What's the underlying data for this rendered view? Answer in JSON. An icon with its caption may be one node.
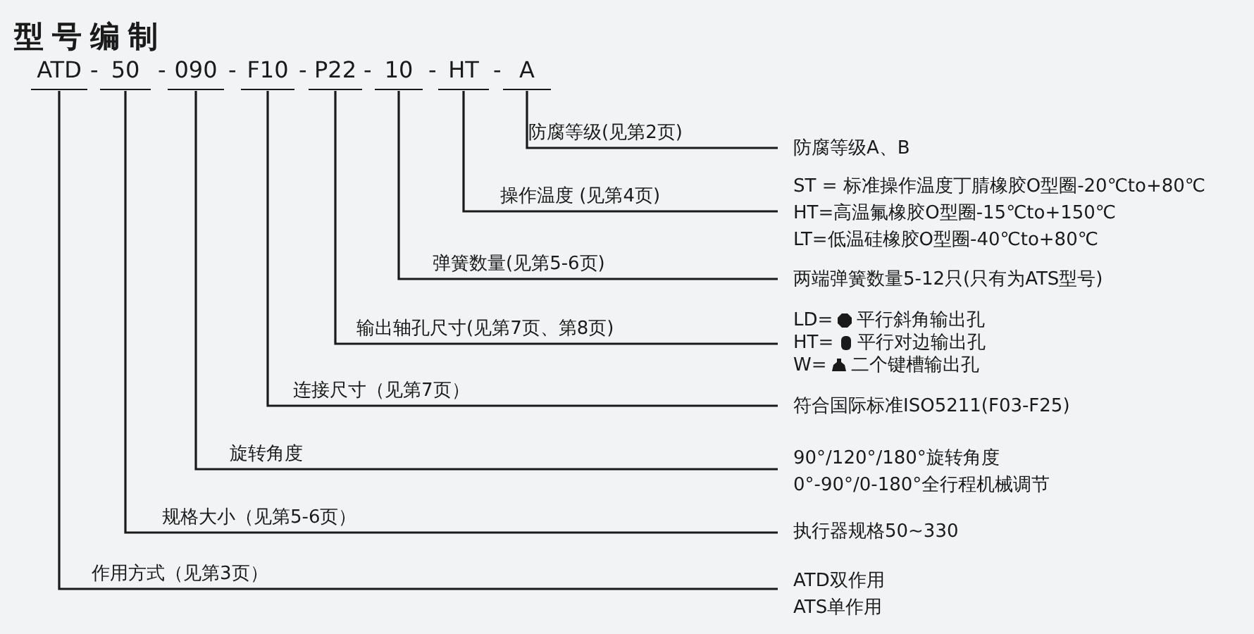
{
  "diagram": {
    "title": "型号编制",
    "nodes": [
      {
        "text": [
          "ATD"
        ]
      },
      {
        "text": [
          "50"
        ]
      },
      {
        "text": [
          "090"
        ]
      },
      {
        "text": [
          "F10"
        ]
      },
      {
        "text": [
          "P22"
        ]
      },
      {
        "text": [
          "10"
        ]
      },
      {
        "text": [
          "HT"
        ]
      },
      {
        "text": [
          "A"
        ]
      },
      {
        "text": [
          "防腐等级A、B"
        ]
      },
      {
        "text": [
          "ST = 标准操作温度丁腈橡胶O型圈-20℃to+80℃",
          "HT=高温氟橡胶O型圈-15℃to+150℃",
          "LT=低温硅橡胶O型圈-40℃to+80℃"
        ]
      },
      {
        "text": [
          "两端弹簧数量5-12只(只有为ATS型号)"
        ]
      },
      {
        "text": [
          "LD=",
          "平行斜角输出孔",
          "HT=",
          "平行对边输出孔",
          "W=",
          "二个键槽输出孔"
        ]
      },
      {
        "text": [
          "符合国际标准ISO5211(F03-F25)"
        ]
      },
      {
        "text": [
          "90°/120°/180°旋转角度",
          "0°-90°/0-180°全行程机械调节"
        ]
      },
      {
        "text": [
          "执行器规格50~330"
        ]
      },
      {
        "text": [
          "ATD双作用",
          "ATS单作用"
        ]
      }
    ],
    "edges": [
      {
        "from": 7,
        "to": 8,
        "arrow": "none",
        "label": "防腐等级(见第2页)"
      },
      {
        "from": 6,
        "to": 9,
        "arrow": "none",
        "label": "操作温度 (见第4页)"
      },
      {
        "from": 5,
        "to": 10,
        "arrow": "none",
        "label": "弹簧数量(见第5-6页)"
      },
      {
        "from": 4,
        "to": 11,
        "arrow": "none",
        "label": "输出轴孔尺寸(见第7页、第8页)"
      },
      {
        "from": 3,
        "to": 12,
        "arrow": "none",
        "label": "连接尺寸（见第7页）"
      },
      {
        "from": 2,
        "to": 13,
        "arrow": "none",
        "label": "旋转角度"
      },
      {
        "from": 1,
        "to": 14,
        "arrow": "none",
        "label": "规格大小（见第5-6页）"
      },
      {
        "from": 0,
        "to": 15,
        "arrow": "none",
        "label": "作用方式（见第3页）"
      }
    ],
    "labels": [
      "-",
      "-",
      "-",
      "-",
      "-",
      "-",
      "-"
    ]
  }
}
